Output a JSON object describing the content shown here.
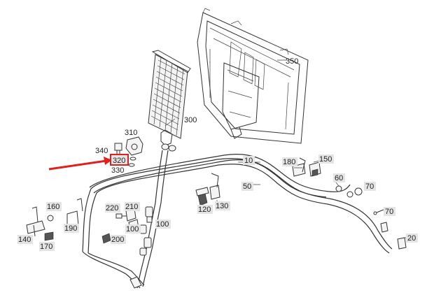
{
  "accent_color": "#e0201c",
  "labels": {
    "p10": "10",
    "p20": "20",
    "p50": "50",
    "p60": "60",
    "p70a": "70",
    "p70b": "70",
    "p100a": "100",
    "p100b": "100",
    "p120": "120",
    "p130": "130",
    "p140": "140",
    "p150": "150",
    "p160": "160",
    "p170": "170",
    "p180": "180",
    "p190": "190",
    "p200": "200",
    "p210": "210",
    "p220": "220",
    "p300": "300",
    "p310": "310",
    "p320": "320",
    "p330": "330",
    "p340": "340",
    "p350": "350"
  },
  "highlight": {
    "part": "320"
  }
}
